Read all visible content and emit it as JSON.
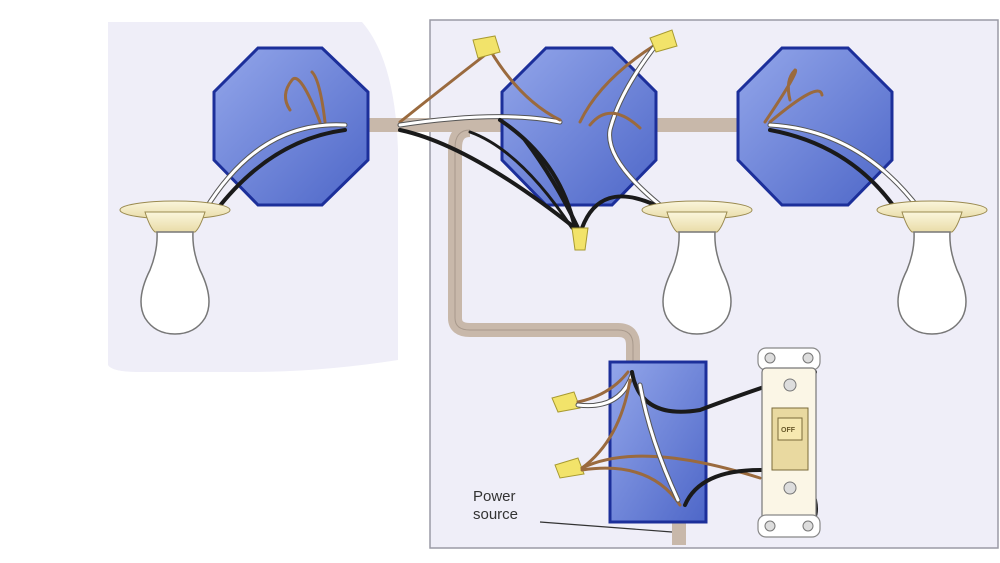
{
  "diagram": {
    "annotations": {
      "power_source_line1": "Power",
      "power_source_line2": "source"
    },
    "switch_toggle_text": "OFF",
    "colors": {
      "panel": "#efeef8",
      "panel_border": "#9a9aa5",
      "box_fill": "#6f86d9",
      "box_stroke": "#1c2f9a",
      "cable": "#c8b8aa",
      "wire_black": "#1a1a1a",
      "wire_white": "#ffffff",
      "wire_ground": "#9a6a3e",
      "wire_nut": "#f2e36a",
      "fixture": "#f6eec8",
      "bulb": "#ffffff"
    }
  }
}
